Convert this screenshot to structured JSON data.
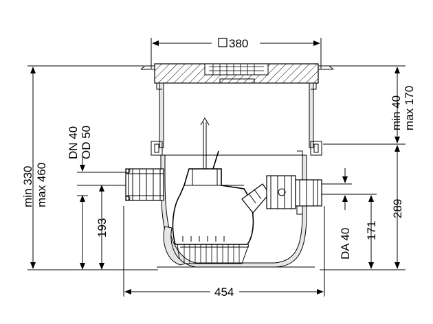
{
  "dimensions": {
    "cover_width": "380",
    "cover_width_symbol": "□",
    "total_width": "454",
    "height_min": "min 330",
    "height_max": "max 460",
    "upper_min": "min 40",
    "upper_max": "max 170",
    "outlet_height": "289",
    "inlet_size_dn": "DN 40",
    "inlet_size_od": "OD 50",
    "inlet_height": "193",
    "pressure_outlet_size": "DA 40",
    "pressure_outlet_height": "171"
  },
  "colors": {
    "line": "#000000",
    "fill": "#e6e6e6",
    "background": "#ffffff"
  }
}
